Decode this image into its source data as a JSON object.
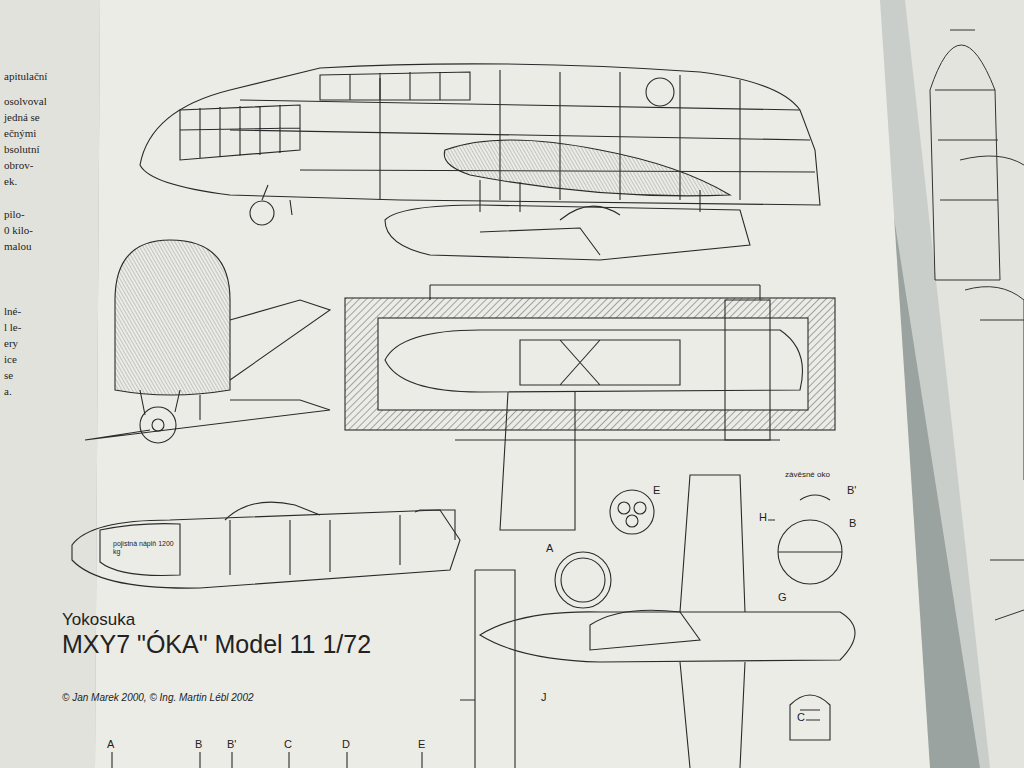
{
  "diagram": {
    "title": "MXY7 \"ÓKA\" Model 11 1/72",
    "caption": "© Jan Marek 2000, © Ing. Martin Lébl 2002",
    "labels": [
      "Yokosuka",
      "apitulační",
      "osolvoval",
      "jedná se",
      "ečnými",
      "bsolutní",
      "obrov-",
      "ek.",
      "pilo-",
      "0 kilo-",
      "malou",
      "lné-",
      "l le-",
      "ery",
      "ice",
      "se",
      "a.",
      "pojistná náplň 1200 kg",
      "E",
      "A",
      "závěsné oko",
      "B'",
      "H",
      "B",
      "G",
      "J",
      "C",
      "A",
      "B",
      "B'",
      "C",
      "D",
      "E"
    ]
  }
}
